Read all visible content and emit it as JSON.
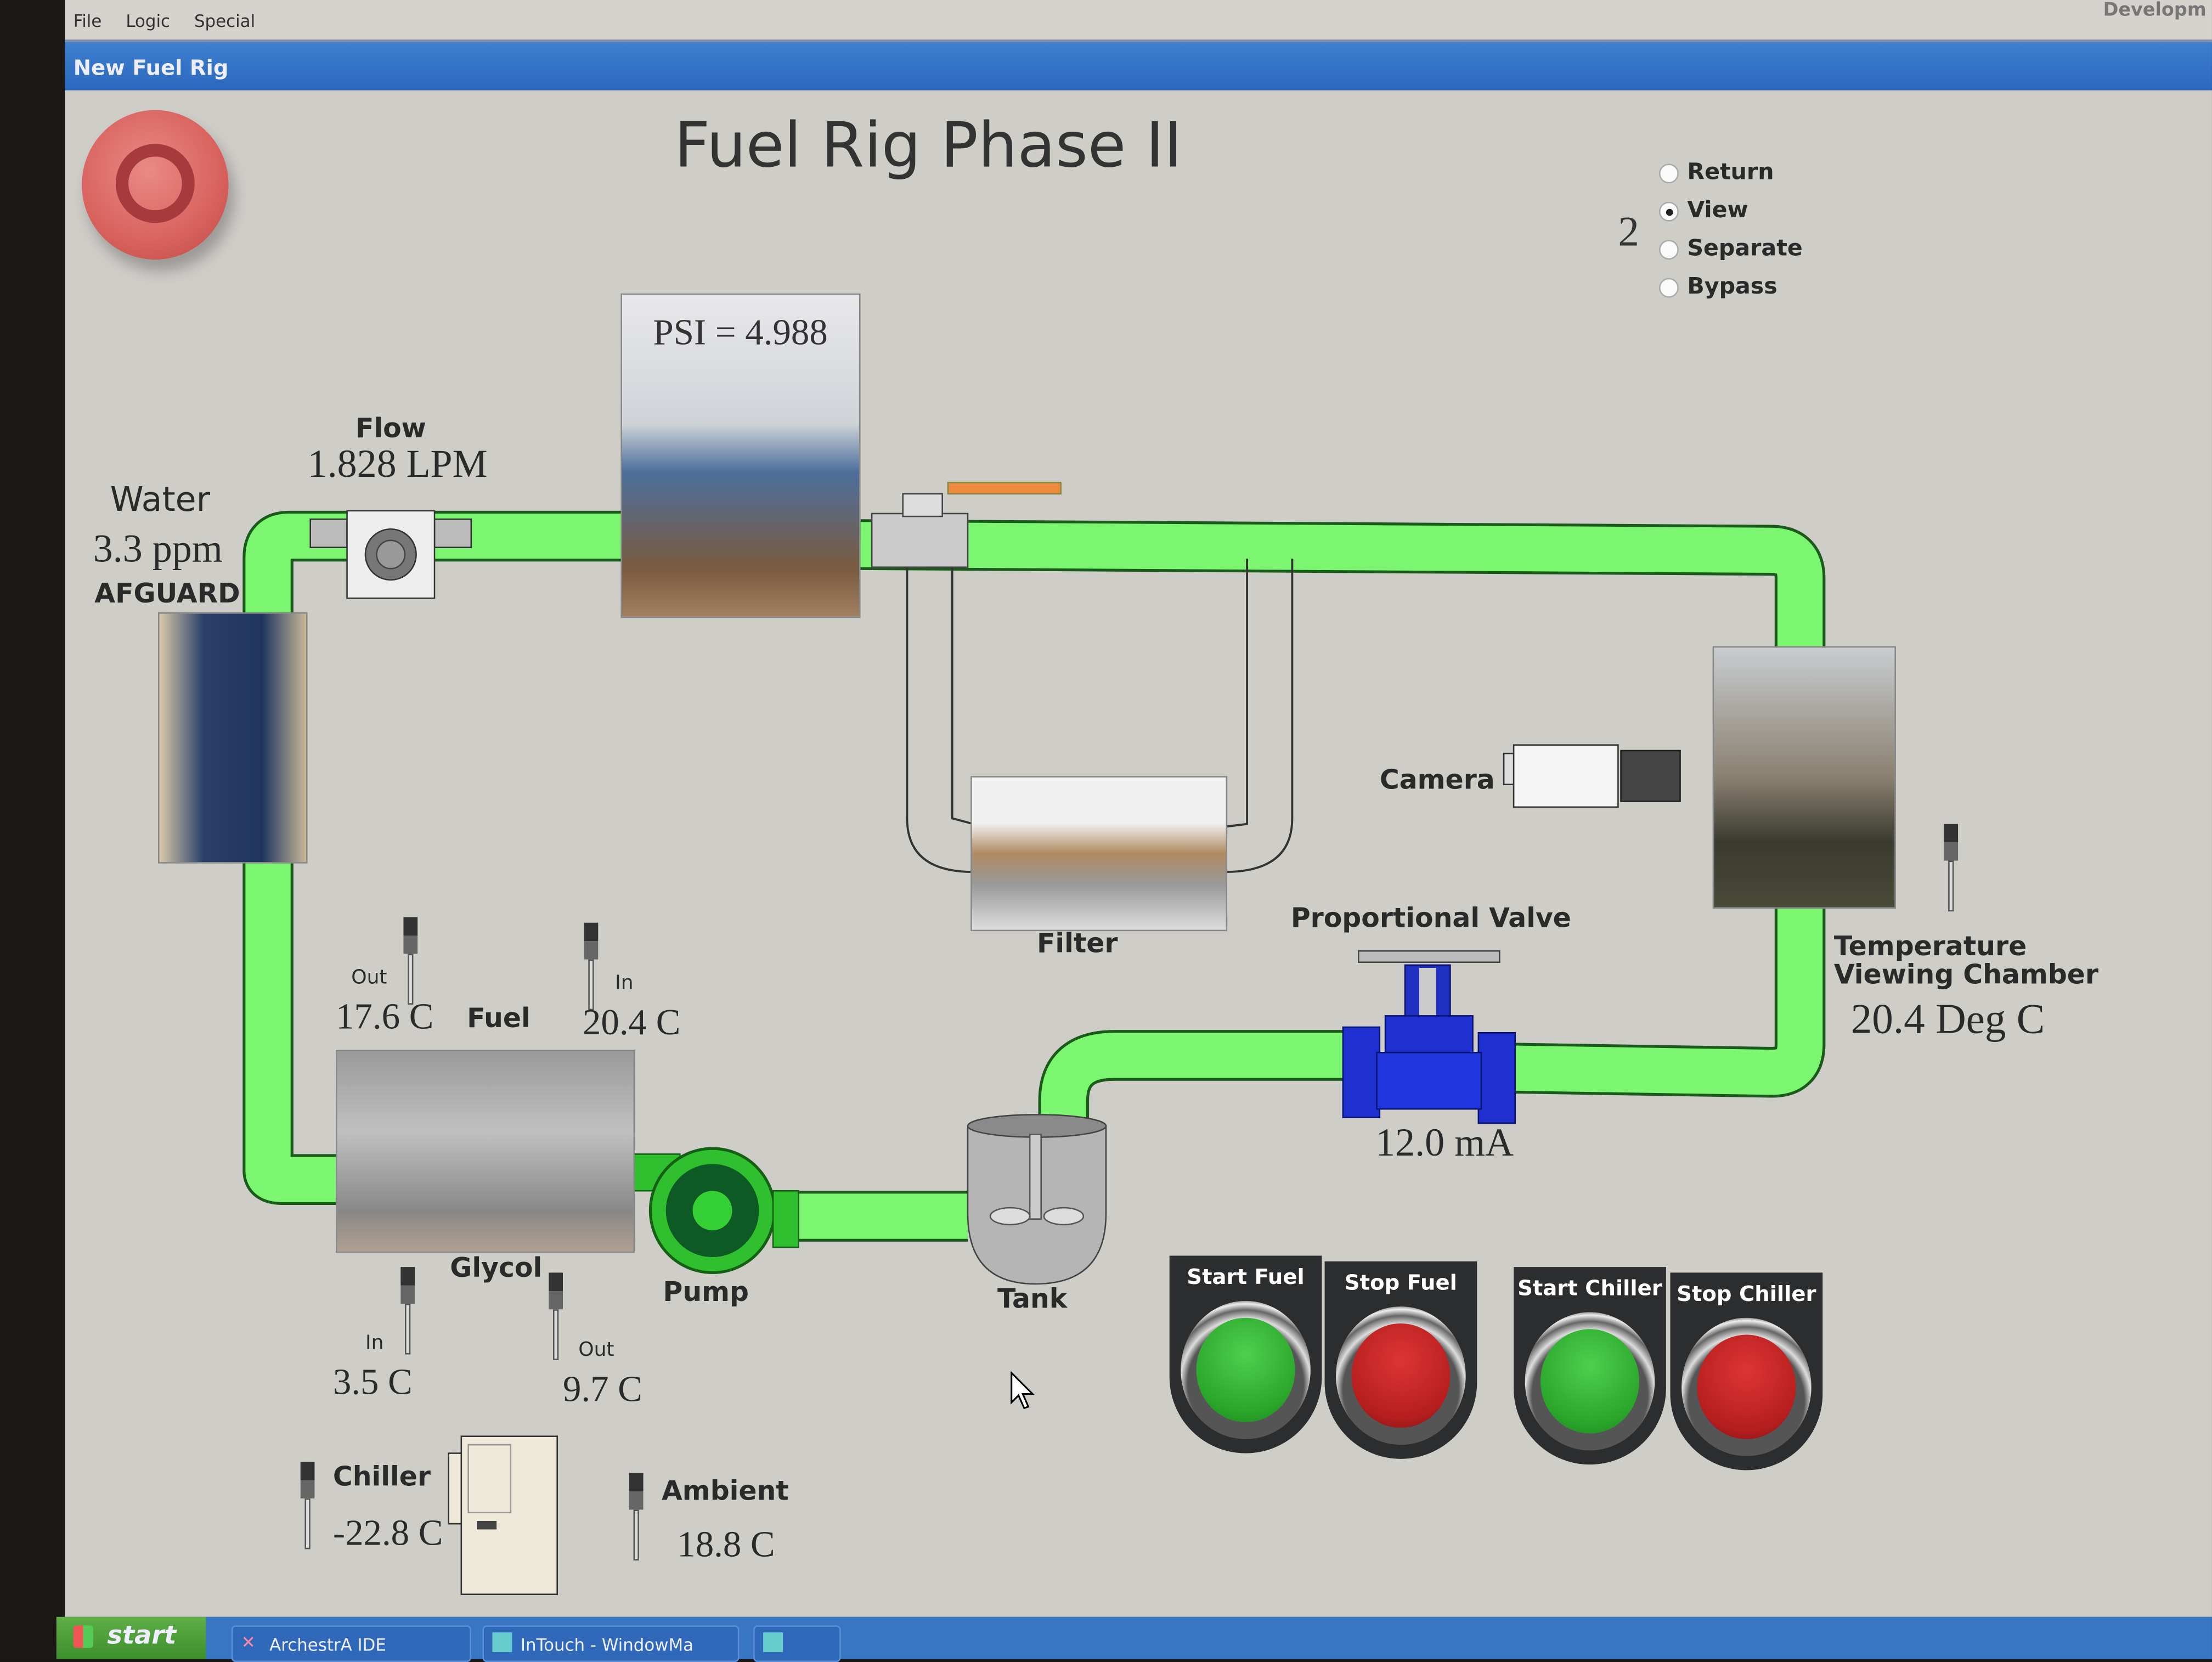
{
  "menubar": {
    "items": [
      "File",
      "Logic",
      "Special"
    ],
    "right_label": "Developm"
  },
  "window": {
    "title": "New Fuel Rig"
  },
  "screen": {
    "title": "Fuel Rig Phase II",
    "mode": {
      "value": "2",
      "options": [
        {
          "label": "Return",
          "selected": false
        },
        {
          "label": "View",
          "selected": true
        },
        {
          "label": "Separate",
          "selected": false
        },
        {
          "label": "Bypass",
          "selected": false
        }
      ]
    },
    "pressure": {
      "text": "PSI = 4.988"
    },
    "flow": {
      "label": "Flow",
      "value": "1.828 LPM"
    },
    "water": {
      "label": "Water",
      "value": "3.3 ppm",
      "sensor": "AFGUARD"
    },
    "filter": {
      "label": "Filter"
    },
    "camera": {
      "label": "Camera"
    },
    "proportional_valve": {
      "label": "Proportional Valve",
      "value": "12.0 mA"
    },
    "viewing_chamber": {
      "label_line1": "Temperature",
      "label_line2": "Viewing Chamber",
      "value": "20.4 Deg C"
    },
    "fuel": {
      "label": "Fuel",
      "out_label": "Out",
      "out_value": "17.6 C",
      "in_label": "In",
      "in_value": "20.4 C"
    },
    "glycol": {
      "label": "Glycol",
      "in_label": "In",
      "in_value": "3.5 C",
      "out_label": "Out",
      "out_value": "9.7 C"
    },
    "pump": {
      "label": "Pump"
    },
    "tank": {
      "label": "Tank"
    },
    "chiller": {
      "label": "Chiller",
      "value": "-22.8 C"
    },
    "ambient": {
      "label": "Ambient",
      "value": "18.8 C"
    },
    "buttons": {
      "start_fuel": "Start Fuel",
      "stop_fuel": "Stop Fuel",
      "start_chiller": "Start Chiller",
      "stop_chiller": "Stop Chiller"
    },
    "colors": {
      "pipe": "#7cf570",
      "start": "#2aa52a",
      "stop": "#b51e1e",
      "valve": "#1f2fd0"
    }
  },
  "taskbar": {
    "start_label": "start",
    "tasks": [
      "ArchestrA IDE",
      "InTouch - WindowMa"
    ]
  }
}
